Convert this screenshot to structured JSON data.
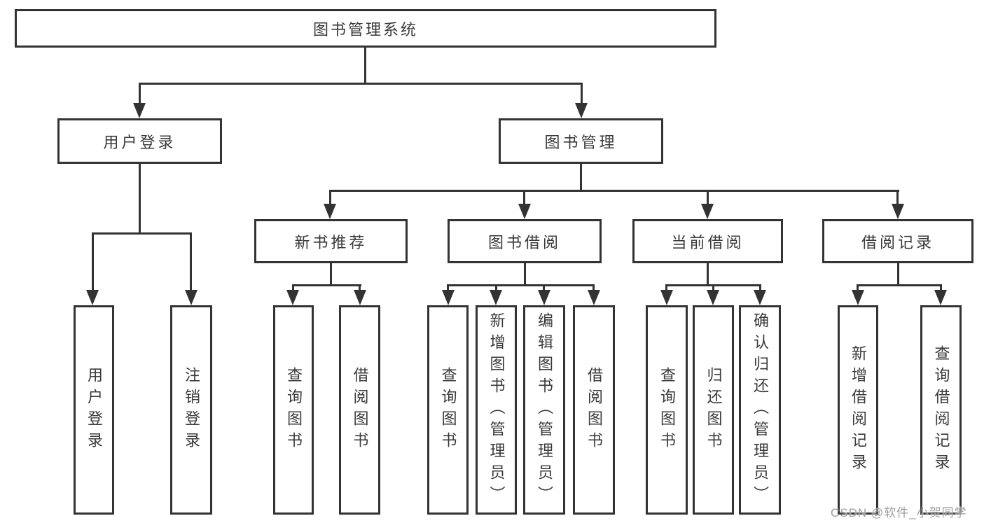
{
  "diagram": {
    "nodes": {
      "root": "图书管理系统",
      "user_login": "用户登录",
      "book_mgmt": "图书管理",
      "new_book_rec": "新书推荐",
      "book_borrow": "图书借阅",
      "current_borrow": "当前借阅",
      "borrow_records": "借阅记录",
      "login_user_login": "用户登录",
      "login_logout": "注销登录",
      "rec_query_books": "查询图书",
      "rec_borrow_books": "借阅图书",
      "bb_query_books": "查询图书",
      "bb_add_books": "新增图书（管理员）",
      "bb_edit_books": "编辑图书（管理员）",
      "bb_borrow_books": "借阅图书",
      "cb_query_books": "查询图书",
      "cb_return_books": "归还图书",
      "cb_confirm_return": "确认归还（管理员）",
      "br_add_record": "新增借阅记录",
      "br_query_record": "查询借阅记录"
    },
    "watermark": "CSDN @软件_小贺同学"
  },
  "colors": {
    "line": "#333333",
    "text": "#3a3a3a",
    "background": "#ffffff",
    "watermark": "#9d9d9d"
  }
}
